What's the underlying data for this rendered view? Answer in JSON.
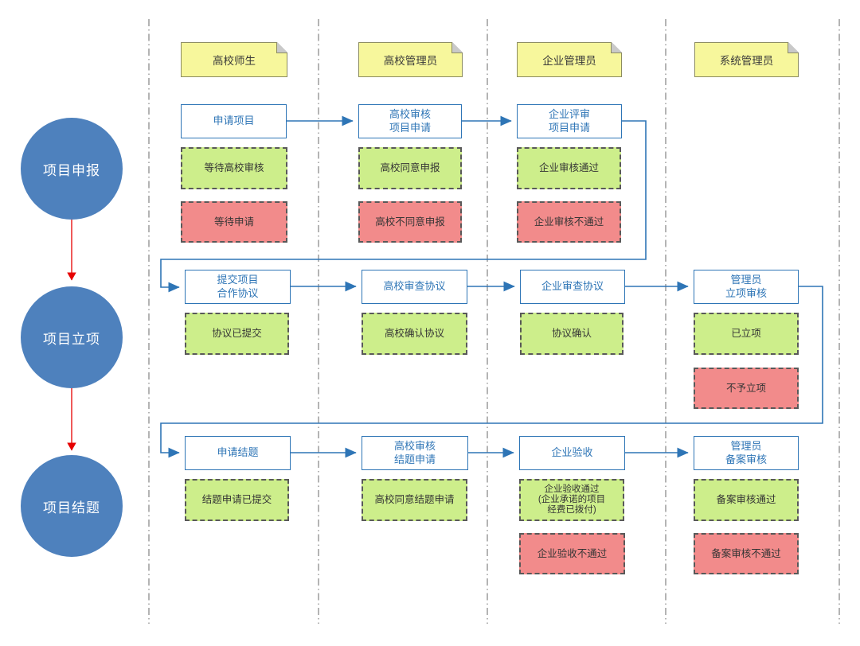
{
  "diagram_type": "swimlane-flowchart",
  "colors": {
    "phase_circle": "#4E81BD",
    "process_border": "#2E75B6",
    "process_text": "#2E75B6",
    "status_green": "#CDEE8B",
    "status_red": "#F28B8B",
    "status_border": "#595959",
    "note_fill": "#F7F79C",
    "note_border": "#8C8C60",
    "connector_blue": "#2E75B6",
    "phase_arrow_red": "#E60000",
    "lane_line": "#8C8C8C"
  },
  "phases": [
    {
      "label": "项目申报"
    },
    {
      "label": "项目立项"
    },
    {
      "label": "项目结题"
    }
  ],
  "lanes": [
    {
      "label": "高校师生"
    },
    {
      "label": "高校管理员"
    },
    {
      "label": "企业管理员"
    },
    {
      "label": "系统管理员"
    }
  ],
  "steps": {
    "apply_project": "申请项目",
    "univ_review_application": "高校审核\n项目申请",
    "ent_review_application": "企业评审\n项目申请",
    "submit_agreement": "提交项目\n合作协议",
    "univ_review_agreement": "高校审查协议",
    "ent_review_agreement": "企业审查协议",
    "admin_approval_review": "管理员\n立项审核",
    "apply_conclusion": "申请结题",
    "univ_review_conclusion": "高校审核\n结题申请",
    "ent_acceptance": "企业验收",
    "admin_record_review": "管理员\n备案审核"
  },
  "statuses": {
    "wait_univ_review": "等待高校审核",
    "wait_apply": "等待申请",
    "univ_agree_apply": "高校同意申报",
    "univ_disagree_apply": "高校不同意申报",
    "ent_review_pass": "企业审核通过",
    "ent_review_fail": "企业审核不通过",
    "agreement_submitted": "协议已提交",
    "univ_confirm_agreement": "高校确认协议",
    "agreement_confirmed": "协议确认",
    "project_approved": "已立项",
    "project_not_approved": "不予立项",
    "conclusion_submitted": "结题申请已提交",
    "univ_agree_conclusion": "高校同意结题申请",
    "ent_acceptance_pass": "企业验收通过\n(企业承诺的项目\n经费已拨付)",
    "ent_acceptance_fail": "企业验收不通过",
    "record_review_pass": "备案审核通过",
    "record_review_fail": "备案审核不通过"
  }
}
